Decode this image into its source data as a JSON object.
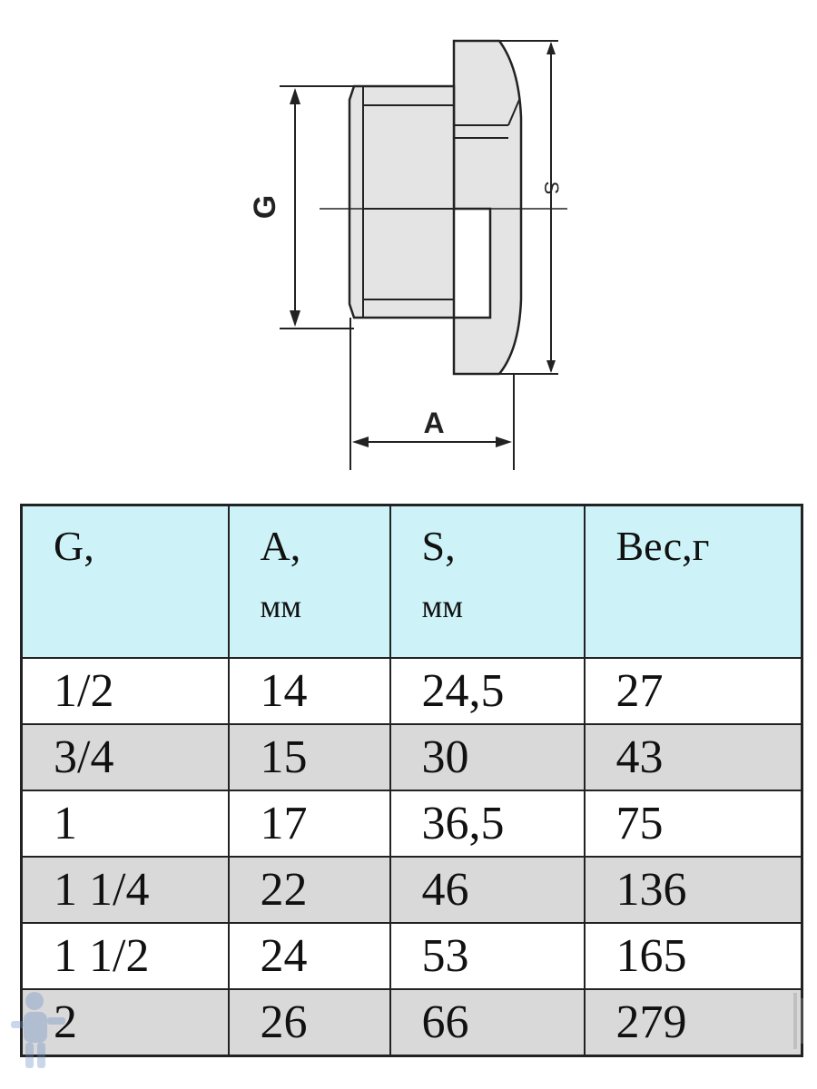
{
  "drawing": {
    "label_g": "G",
    "label_a": "A",
    "label_s": "S"
  },
  "table": {
    "headers": [
      {
        "main": "G,",
        "unit": ""
      },
      {
        "main": "A,",
        "unit": "мм"
      },
      {
        "main": "S,",
        "unit": "мм"
      },
      {
        "main": "Вес,г",
        "unit": ""
      }
    ],
    "rows": [
      [
        "1/2",
        "14",
        "24,5",
        "27"
      ],
      [
        "3/4",
        "15",
        "30",
        "43"
      ],
      [
        "1",
        "17",
        "36,5",
        "75"
      ],
      [
        "1 1/4",
        "22",
        "46",
        "136"
      ],
      [
        "1 1/2",
        "24",
        "53",
        "165"
      ],
      [
        "2",
        "26",
        "66",
        "279"
      ]
    ]
  },
  "colors": {
    "header_bg": "#cdf3f8",
    "alt_row_bg": "#d9d9d9",
    "line": "#222222"
  }
}
